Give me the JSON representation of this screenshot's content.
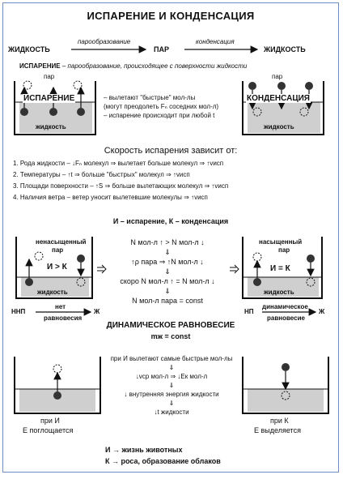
{
  "title": "ИСПАРЕНИЕ И КОНДЕНСАЦИЯ",
  "flow": {
    "liquid_left": "ЖИДКОСТЬ",
    "arrow1": "парообразование",
    "vapor": "ПАР",
    "arrow2": "конденсация",
    "liquid_right": "ЖИДКОСТЬ"
  },
  "definition": {
    "term": "ИСПАРЕНИЕ",
    "text": " – парообразование, происходящее с поверхности жидкости"
  },
  "left_vessel": {
    "vapor": "пар",
    "label": "ИСПАРЕНИЕ",
    "liquid": "жидкость"
  },
  "right_vessel": {
    "vapor": "пар",
    "label": "КОНДЕНСАЦИЯ",
    "liquid": "жидкость"
  },
  "notes": [
    "– вылетают \"быстрые\" мол-лы",
    "(могут преодолеть Fₙ соседних мол-л)",
    "– испарение происходит при любой t"
  ],
  "speed": {
    "heading": "Скорость испарения зависит от:",
    "items": [
      "1. Рода жидкости – ↓Fₙ молекул ⇒ вылетает больше молекул ⇒ ↑vисп",
      "2. Температуры – ↑t ⇒ больше \"быстрых\" молекул ⇒ ↑vисп",
      "3. Площади поверхности – ↑S ⇒ больше вылетающих молекул ⇒ ↑vисп",
      "4. Наличия ветра – ветер уносит вылетевшие молекулы ⇒ ↑vисп"
    ]
  },
  "legend_line": "И – испарение, К – конденсация",
  "unsaturated": {
    "label1": "ненасыщенный",
    "label2": "пар",
    "relation": "И > К",
    "liquid": "жидкость",
    "axis_left": "ННП",
    "axis_label1": "нет",
    "axis_label2": "равновесия",
    "axis_right": "Ж"
  },
  "middle_chain": [
    "N мол-л ↑ > N мол-л ↓",
    "⇓",
    "↑ρ пара ⇒ ↑N мол-л ↓",
    "⇓",
    "скоро N мол-л ↑ = N мол-л ↓",
    "⇓",
    "N мол-л пара = const"
  ],
  "saturated": {
    "label1": "насыщенный",
    "label2": "пар",
    "relation": "И = К",
    "liquid": "жидкость",
    "axis_left": "НП",
    "axis_label1": "динамическое",
    "axis_label2": "равновесие",
    "axis_right": "Ж"
  },
  "dynamic": {
    "heading": "ДИНАМИЧЕСКОЕ РАВНОВЕСИЕ",
    "formula": "mж = const"
  },
  "bottom_left": {
    "line1": "при И",
    "line2": "E поглощается"
  },
  "bottom_middle": [
    "при И вылетают самые быстрые мол-лы",
    "⇓",
    "↓vср мол-л ⇒ ↓Eк мол-л",
    "⇓",
    "↓ внутренняя энергия жидкости",
    "⇓",
    "↓t жидкости"
  ],
  "bottom_right": {
    "line1": "при К",
    "line2": "E выделяется"
  },
  "examples": [
    "И → жизнь животных",
    "К → роса, образование облаков"
  ]
}
